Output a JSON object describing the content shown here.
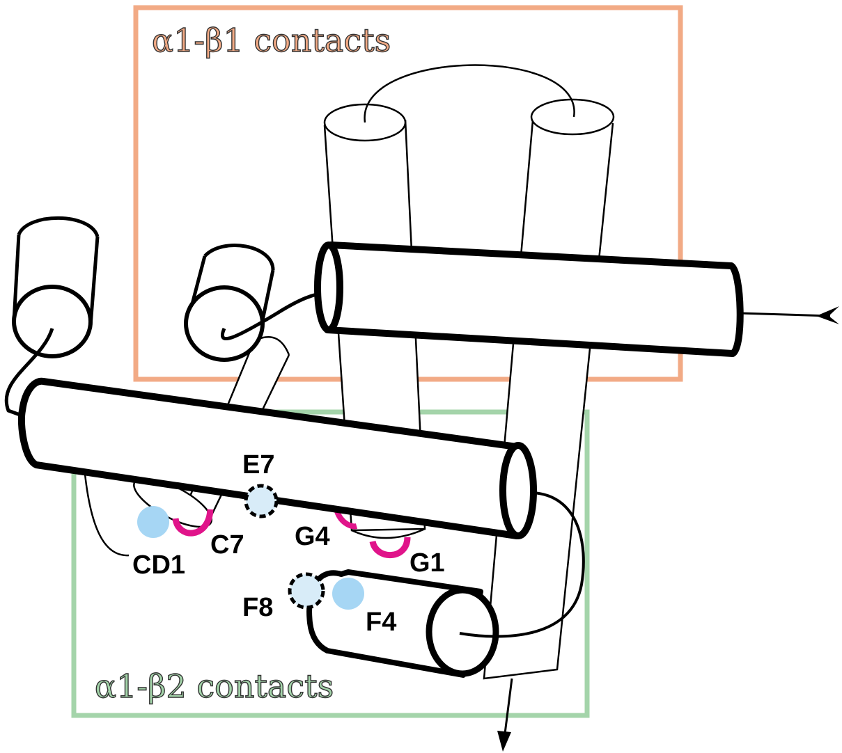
{
  "colors": {
    "alpha1_beta1_box": "#f2aa85",
    "alpha1_beta2_box": "#a4d4aa",
    "magenta_ring": "#e0148a",
    "light_blue": "#a6d6f4",
    "pale_blue": "#d8ecf8",
    "ink": "#000000",
    "background": "#ffffff"
  },
  "boxes": {
    "alpha1_beta1": {
      "title": "α1-β1 contacts"
    },
    "alpha1_beta2": {
      "title": "α1-β2 contacts"
    }
  },
  "residues": {
    "E7": "E7",
    "C7": "C7",
    "CD1": "CD1",
    "G4": "G4",
    "G1": "G1",
    "F8": "F8",
    "F4": "F4"
  },
  "icons": {
    "helix": "cylinder",
    "contact_solid": "filled-circle",
    "contact_dashed": "dashed-circle",
    "contact_ring": "magenta-ring",
    "terminus": "arrow"
  }
}
